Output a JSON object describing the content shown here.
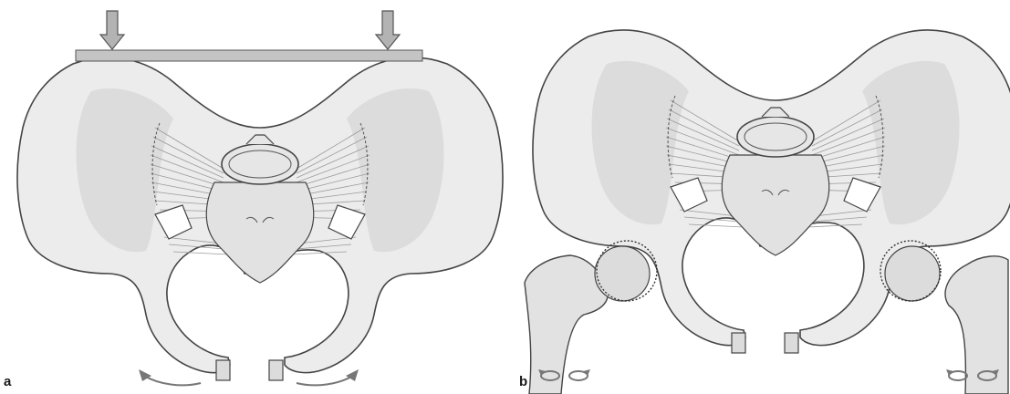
{
  "figure": {
    "panels": [
      {
        "id": "a",
        "label": "a"
      },
      {
        "id": "b",
        "label": "b"
      }
    ],
    "colors": {
      "bone_fill": "#ececec",
      "bone_shade": "#dadada",
      "outline": "#444444",
      "ligament": "#9a9a9a",
      "arrow_fill": "#b3b3b3",
      "bar_fill": "#c4c4c4",
      "joint_dotted": "#333333"
    }
  }
}
